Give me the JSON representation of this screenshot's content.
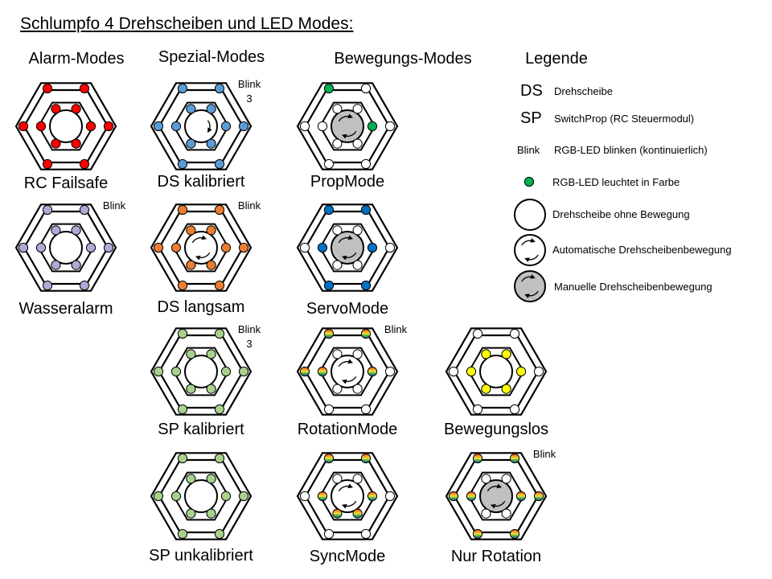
{
  "title": "Schlumpfo 4 Drehscheiben und LED Modes:",
  "columns": {
    "alarm": "Alarm-Modes",
    "spezial": "Spezial-Modes",
    "bewegung": "Bewegungs-Modes",
    "legende": "Legende"
  },
  "colors": {
    "red": "#ff0000",
    "blue": "#5b9bd5",
    "purple": "#b4a7d6",
    "orange": "#ed7d31",
    "lightgreen": "#a9d18e",
    "green": "#00b050",
    "darkblue": "#0070c0",
    "yellow": "#ffff00",
    "white": "#ffffff",
    "gray": "#c0c0c0"
  },
  "modes": [
    {
      "id": "rc-failsafe",
      "label": "RC Failsafe",
      "center": "plain",
      "blink": "",
      "outer": [
        "red",
        "red",
        "red",
        "red",
        "red",
        "red"
      ],
      "inner": [
        "red",
        "red",
        "red",
        "red",
        "red",
        "red"
      ]
    },
    {
      "id": "wasseralarm",
      "label": "Wasseralarm",
      "center": "plain",
      "blink": "Blink",
      "outer": [
        "purple",
        "purple",
        "purple",
        "purple",
        "purple",
        "purple"
      ],
      "inner": [
        "purple",
        "purple",
        "purple",
        "purple",
        "purple",
        "purple"
      ]
    },
    {
      "id": "ds-kalibriert",
      "label": "DS kalibriert",
      "center": "auto-partial",
      "blink": "Blink\n3",
      "outer": [
        "blue",
        "blue",
        "blue",
        "blue",
        "blue",
        "blue"
      ],
      "inner": [
        "blue",
        "blue",
        "blue",
        "blue",
        "blue",
        "blue"
      ]
    },
    {
      "id": "ds-langsam",
      "label": "DS langsam",
      "center": "auto",
      "blink": "Blink",
      "outer": [
        "orange",
        "orange",
        "orange",
        "orange",
        "orange",
        "orange"
      ],
      "inner": [
        "orange",
        "orange",
        "orange",
        "orange",
        "orange",
        "orange"
      ]
    },
    {
      "id": "sp-kalibriert",
      "label": "SP kalibriert",
      "center": "plain",
      "blink": "Blink\n3",
      "outer": [
        "lightgreen",
        "lightgreen",
        "lightgreen",
        "lightgreen",
        "lightgreen",
        "lightgreen"
      ],
      "inner": [
        "lightgreen",
        "lightgreen",
        "lightgreen",
        "lightgreen",
        "lightgreen",
        "lightgreen"
      ]
    },
    {
      "id": "sp-unkalibriert",
      "label": "SP unkalibriert",
      "center": "plain",
      "blink": "",
      "outer": [
        "lightgreen",
        "lightgreen",
        "lightgreen",
        "lightgreen",
        "lightgreen",
        "lightgreen"
      ],
      "inner": [
        "lightgreen",
        "lightgreen",
        "lightgreen",
        "lightgreen",
        "lightgreen",
        "lightgreen"
      ]
    },
    {
      "id": "propmode",
      "label": "PropMode",
      "center": "manual",
      "blink": "",
      "outer": [
        "green",
        "white",
        "white",
        "white",
        "white",
        "white"
      ],
      "inner": [
        "white",
        "white",
        "green",
        "white",
        "white",
        "white"
      ]
    },
    {
      "id": "servomode",
      "label": "ServoMode",
      "center": "manual",
      "blink": "",
      "outer": [
        "darkblue",
        "darkblue",
        "white",
        "darkblue",
        "darkblue",
        "white"
      ],
      "inner": [
        "white",
        "white",
        "darkblue",
        "white",
        "white",
        "darkblue"
      ]
    },
    {
      "id": "rotationmode",
      "label": "RotationMode",
      "center": "auto",
      "blink": "Blink",
      "outer": [
        "rainbow",
        "rainbow",
        "white",
        "white",
        "white",
        "rainbow"
      ],
      "inner": [
        "white",
        "white",
        "rainbow",
        "white",
        "white",
        "rainbow"
      ]
    },
    {
      "id": "syncmode",
      "label": "SyncMode",
      "center": "auto",
      "blink": "",
      "outer": [
        "rainbow",
        "rainbow",
        "white",
        "white",
        "white",
        "white"
      ],
      "inner": [
        "white",
        "white",
        "rainbow",
        "rainbow",
        "rainbow",
        "rainbow"
      ]
    },
    {
      "id": "bewegungslos",
      "label": "Bewegungslos",
      "center": "plain",
      "blink": "",
      "outer": [
        "white",
        "white",
        "white",
        "white",
        "white",
        "white"
      ],
      "inner": [
        "yellow",
        "yellow",
        "yellow",
        "yellow",
        "yellow",
        "yellow"
      ]
    },
    {
      "id": "nur-rotation",
      "label": "Nur Rotation",
      "center": "manual",
      "blink": "Blink",
      "outer": [
        "rainbow",
        "rainbow",
        "rainbow",
        "rainbow",
        "rainbow",
        "rainbow"
      ],
      "inner": [
        "white",
        "white",
        "rainbow",
        "white",
        "white",
        "rainbow"
      ]
    }
  ],
  "legend": {
    "ds": {
      "abbr": "DS",
      "text": "Drehscheibe"
    },
    "sp": {
      "abbr": "SP",
      "text": "SwitchProp  (RC Steuermodul)"
    },
    "blink": {
      "abbr": "Blink",
      "text": "RGB-LED blinken (kontinuierlich)"
    },
    "color": {
      "text": "RGB-LED leuchtet in Farbe"
    },
    "plain": {
      "text": "Drehscheibe ohne Bewegung"
    },
    "auto": {
      "text": "Automatische Drehscheibenbewegung"
    },
    "manual": {
      "text": "Manuelle Drehscheibenbewegung"
    }
  }
}
